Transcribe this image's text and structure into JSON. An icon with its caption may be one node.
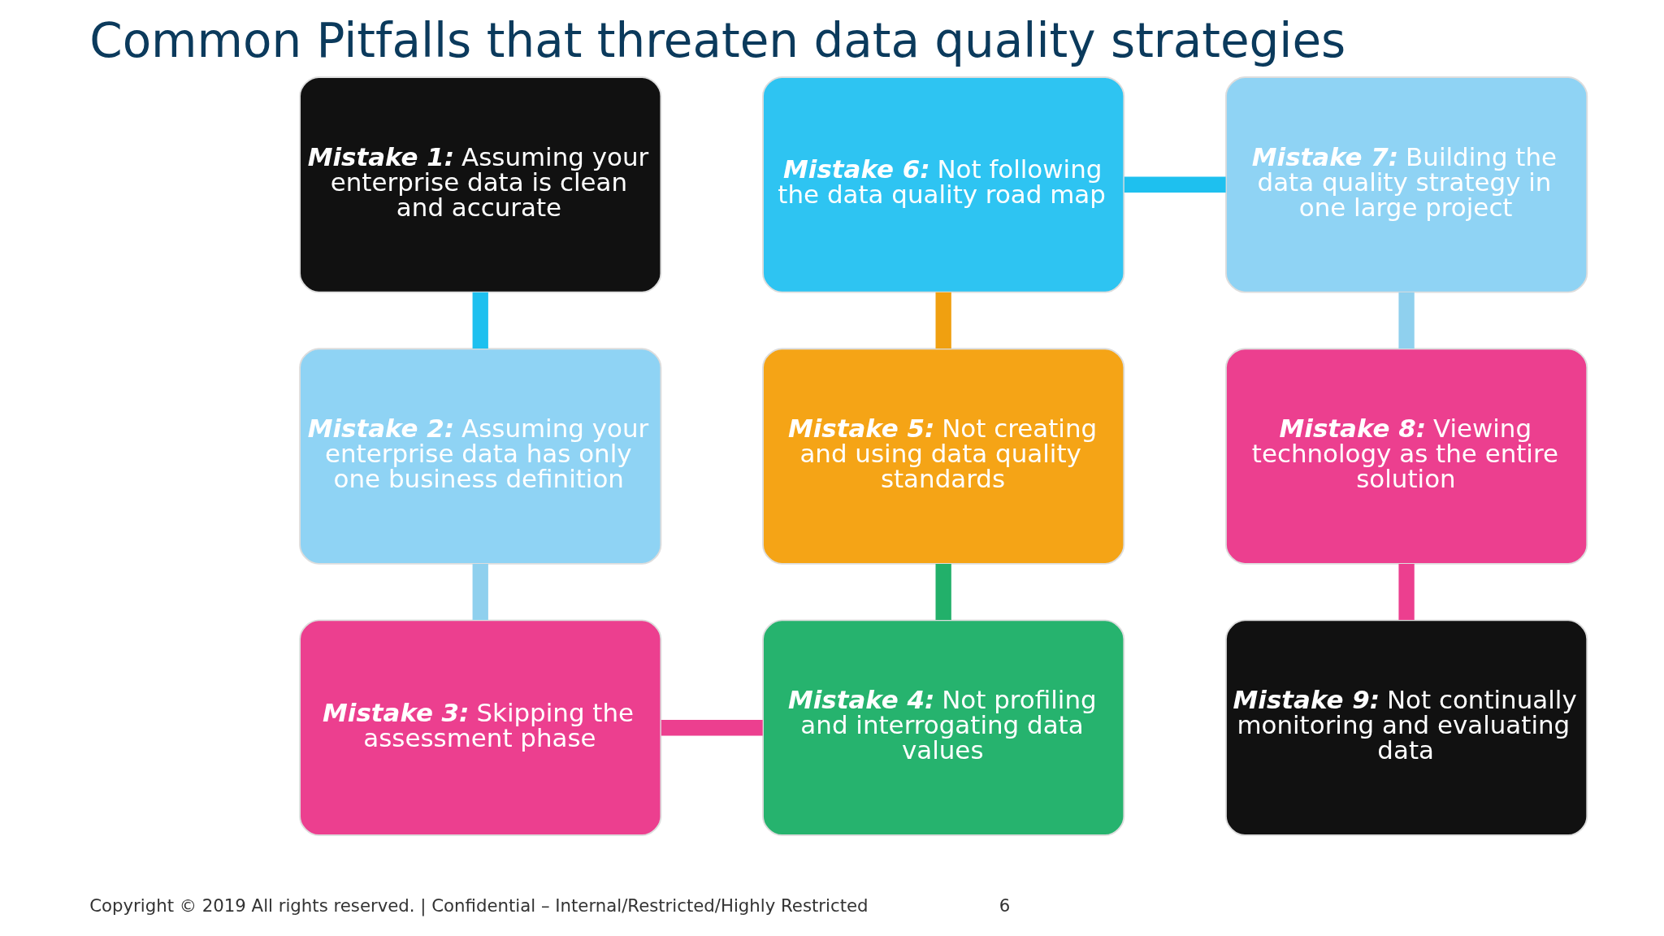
{
  "diagram": {
    "title": "Common Pitfalls that threaten data quality strategies",
    "nodes": [
      {
        "text": [
          "*Mistake 1:* Assuming your enterprise data is clean and accurate"
        ]
      },
      {
        "text": [
          "*Mistake 2:* Assuming your enterprise data has only one business definition"
        ]
      },
      {
        "text": [
          "*Mistake 3:* Skipping the assessment phase"
        ]
      },
      {
        "text": [
          "*Mistake 4:* Not profiling and interrogating data values"
        ]
      },
      {
        "text": [
          "*Mistake 5:* Not creating and using data quality standards"
        ]
      },
      {
        "text": [
          "*Mistake 6:* Not following the data quality road map"
        ]
      },
      {
        "text": [
          "*Mistake 7:* Building the data quality strategy in one large project"
        ]
      },
      {
        "text": [
          "*Mistake 8:* Viewing technology as the entire solution"
        ]
      },
      {
        "text": [
          "*Mistake 9:* Not continually monitoring and evaluating data"
        ]
      }
    ],
    "edges": [
      {
        "from": 0,
        "to": 1,
        "arrow": "none",
        "color": "#1ec0ef"
      },
      {
        "from": 1,
        "to": 2,
        "arrow": "none",
        "color": "#8fd0ee"
      },
      {
        "from": 2,
        "to": 3,
        "arrow": "none",
        "color": "#ec3f8f"
      },
      {
        "from": 3,
        "to": 4,
        "arrow": "none",
        "color": "#22b06a"
      },
      {
        "from": 4,
        "to": 5,
        "arrow": "none",
        "color": "#f0a010"
      },
      {
        "from": 5,
        "to": 6,
        "arrow": "none",
        "color": "#1ec0ef"
      },
      {
        "from": 6,
        "to": 7,
        "arrow": "none",
        "color": "#8fd0ee"
      },
      {
        "from": 7,
        "to": 8,
        "arrow": "none",
        "color": "#ec3f8f"
      }
    ],
    "labels": [
      "Copyright © 2019 All rights reserved. | Confidential – Internal/Restricted/Highly Restricted",
      "6"
    ]
  }
}
